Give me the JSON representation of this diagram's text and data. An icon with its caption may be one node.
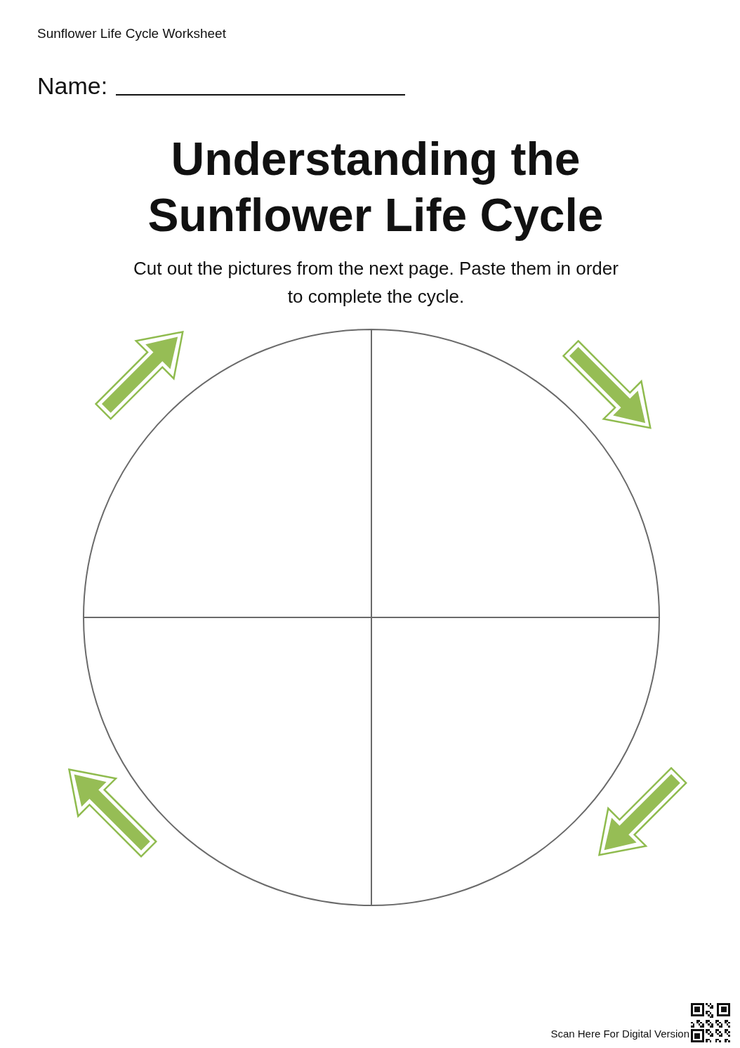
{
  "diagram": {
    "title": "Understanding the Sunflower Life Cycle",
    "nodes": [
      {
        "text": [],
        "shape": "quadrant"
      },
      {
        "text": [],
        "shape": "quadrant"
      },
      {
        "text": [],
        "shape": "quadrant"
      },
      {
        "text": [],
        "shape": "quadrant"
      }
    ],
    "labels": [
      "Sunflower Life Cycle Worksheet",
      "Name:",
      "Cut out the pictures from the next page. Paste them in order to complete the cycle.",
      "Scan Here For Digital Version"
    ]
  }
}
